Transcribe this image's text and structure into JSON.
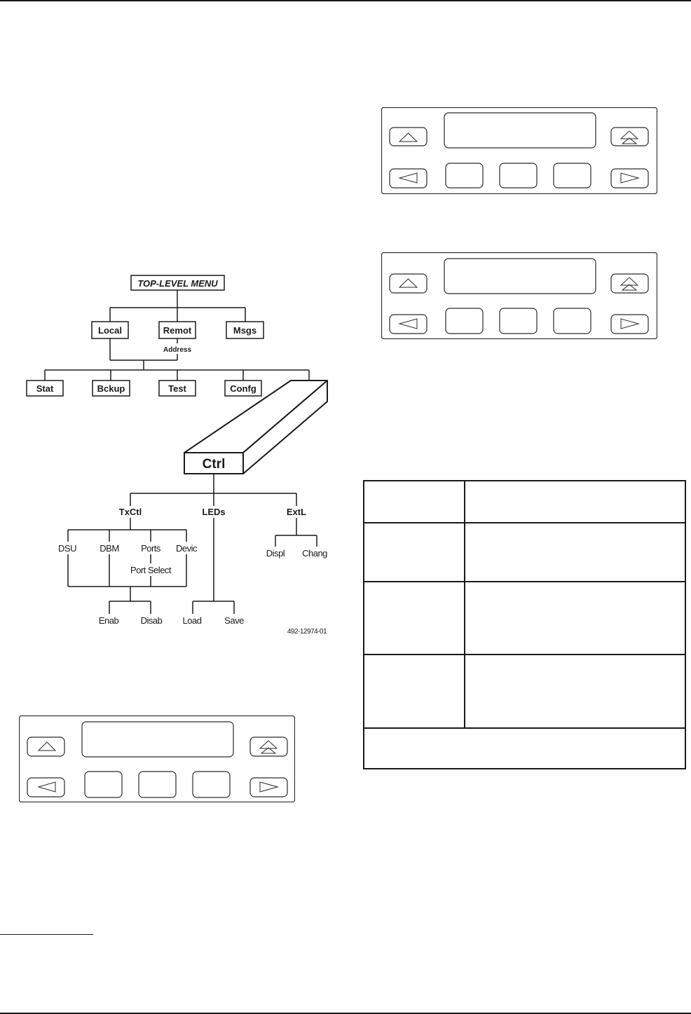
{
  "page": {
    "header_rule": true,
    "footer_rule": true,
    "footnote_rule": true
  },
  "menu_tree": {
    "root": "TOP-LEVEL MENU",
    "level1": [
      "Local",
      "Remot",
      "Msgs"
    ],
    "remote_sub_label": "Address",
    "level2": [
      "Stat",
      "Bckup",
      "Test",
      "Confg",
      "Ctrl"
    ],
    "ctrl_children": [
      "TxCtl",
      "LEDs",
      "ExtL"
    ],
    "txctl_children": [
      "DSU",
      "DBM",
      "Ports",
      "Devic"
    ],
    "ports_sub_label": "Port Select",
    "txctl_actions": [
      "Enab",
      "Disab"
    ],
    "leds_actions": [
      "Load",
      "Save"
    ],
    "extl_children": [
      "Displ",
      "Chang"
    ],
    "figure_id": "492-12974-01"
  },
  "front_panels": [
    {
      "name": "front-panel-1",
      "display_text": "",
      "function_keys": [
        "",
        "",
        ""
      ]
    },
    {
      "name": "front-panel-2",
      "display_text": "",
      "function_keys": [
        "",
        "",
        ""
      ]
    },
    {
      "name": "front-panel-3",
      "display_text": "",
      "function_keys": [
        "",
        "",
        ""
      ]
    }
  ],
  "table": {
    "rows": [
      {
        "col1": "",
        "col2": ""
      },
      {
        "col1": "",
        "col2": ""
      },
      {
        "col1": "",
        "col2": ""
      },
      {
        "col1": "",
        "col2": ""
      }
    ],
    "footer_row": ""
  }
}
